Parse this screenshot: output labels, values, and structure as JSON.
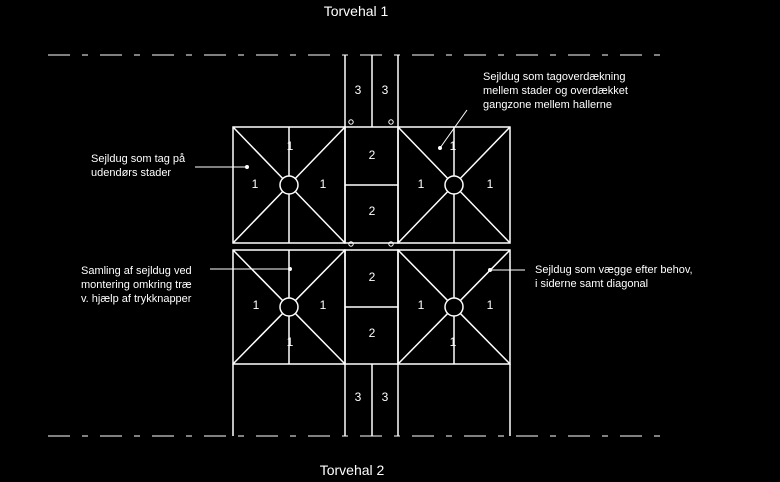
{
  "halls": {
    "top": "Torvehal 1",
    "bottom": "Torvehal 2"
  },
  "numbers": {
    "one": "1",
    "two": "2",
    "three": "3"
  },
  "annotations": {
    "roof_tent": [
      "Sejldug som tag  på",
      "udendørs stader"
    ],
    "walkway_cover": [
      "Sejldug som tagoverdækning",
      "mellem stader og overdækket",
      "gangzone mellem hallerne"
    ],
    "assembly": [
      "Samling af sejldug ved",
      "montering omkring træ",
      "v. hjælp af trykknapper"
    ],
    "walls": [
      "Sejldug som vægge efter behov,",
      "i siderne samt diagonal"
    ]
  }
}
